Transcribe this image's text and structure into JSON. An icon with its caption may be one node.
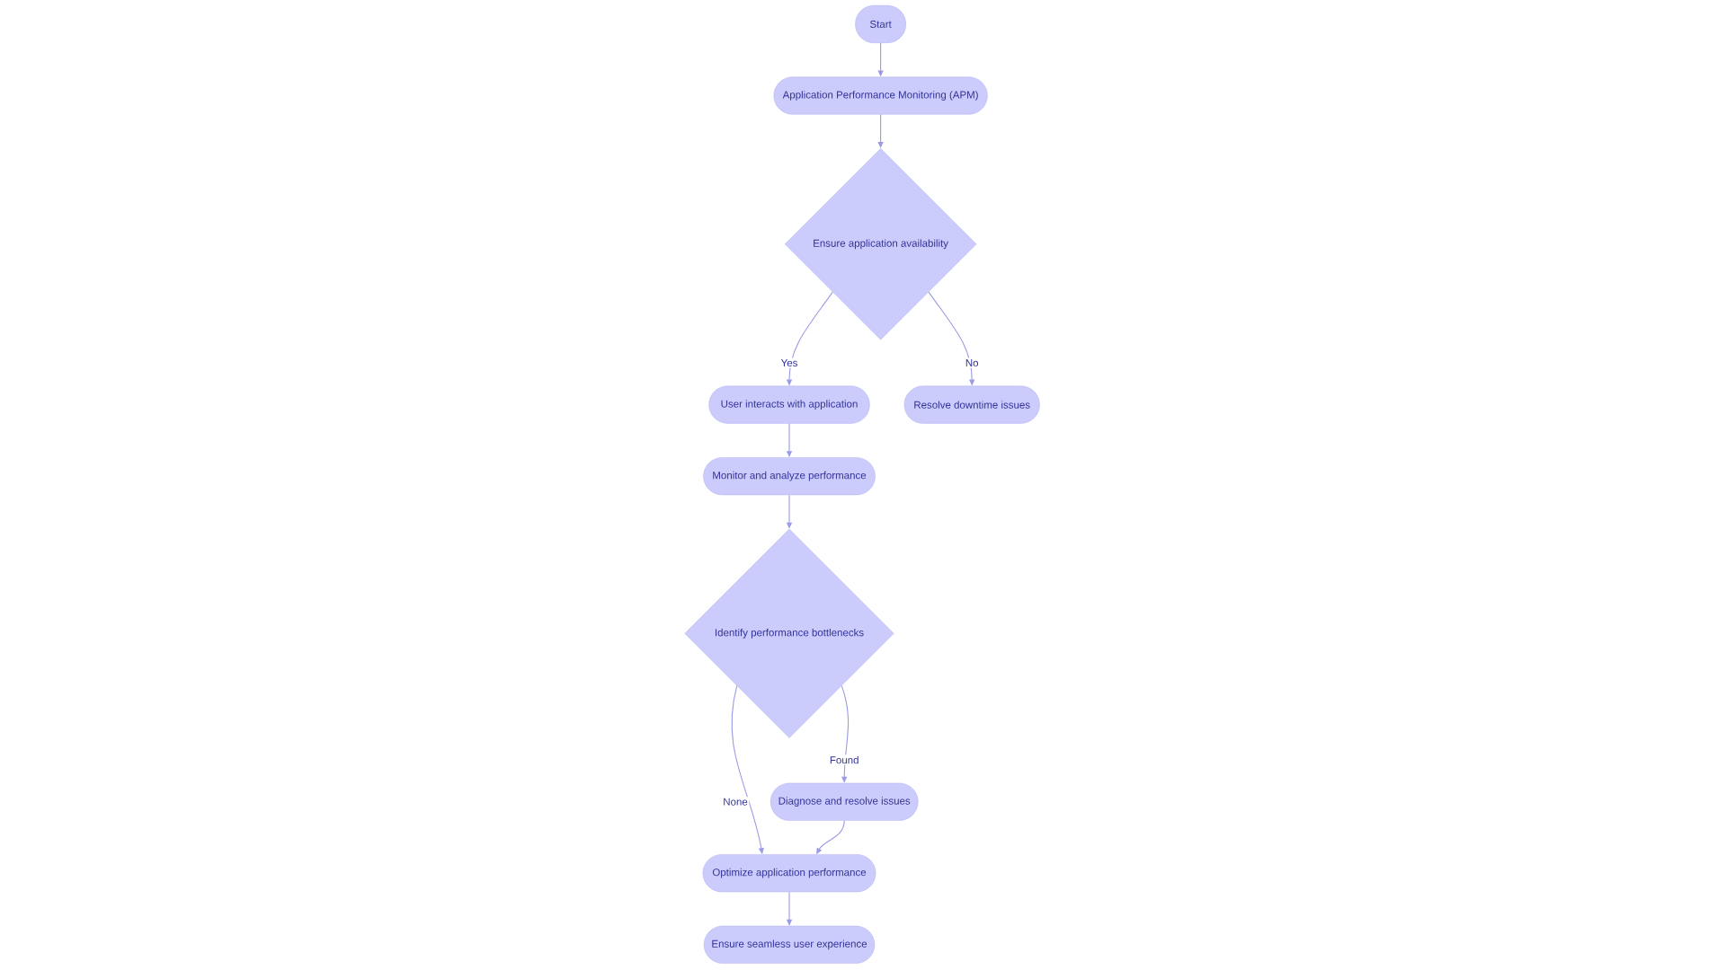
{
  "diagram": {
    "nodes": [
      {
        "text": [
          "Start"
        ]
      },
      {
        "text": [
          "Application Performance Monitoring (APM)"
        ]
      },
      {
        "text": [
          "Ensure application availability"
        ]
      },
      {
        "text": [
          "User interacts with application"
        ]
      },
      {
        "text": [
          "Resolve downtime issues"
        ]
      },
      {
        "text": [
          "Monitor and analyze performance"
        ]
      },
      {
        "text": [
          "Identify performance bottlenecks"
        ]
      },
      {
        "text": [
          "Diagnose and resolve issues"
        ]
      },
      {
        "text": [
          "Optimize application performance"
        ]
      },
      {
        "text": [
          "Ensure seamless user experience"
        ]
      }
    ],
    "edges": [
      {
        "from": 0,
        "to": 1,
        "arrow": "to"
      },
      {
        "from": 1,
        "to": 2,
        "arrow": "to"
      },
      {
        "from": 2,
        "to": 3,
        "arrow": "to",
        "label": "Yes"
      },
      {
        "from": 2,
        "to": 4,
        "arrow": "to",
        "label": "No"
      },
      {
        "from": 3,
        "to": 5,
        "arrow": "to"
      },
      {
        "from": 5,
        "to": 6,
        "arrow": "to"
      },
      {
        "from": 6,
        "to": 7,
        "arrow": "to",
        "label": "Found"
      },
      {
        "from": 6,
        "to": 8,
        "arrow": "to",
        "label": "None"
      },
      {
        "from": 7,
        "to": 8,
        "arrow": "to"
      },
      {
        "from": 8,
        "to": 9,
        "arrow": "to"
      }
    ]
  }
}
